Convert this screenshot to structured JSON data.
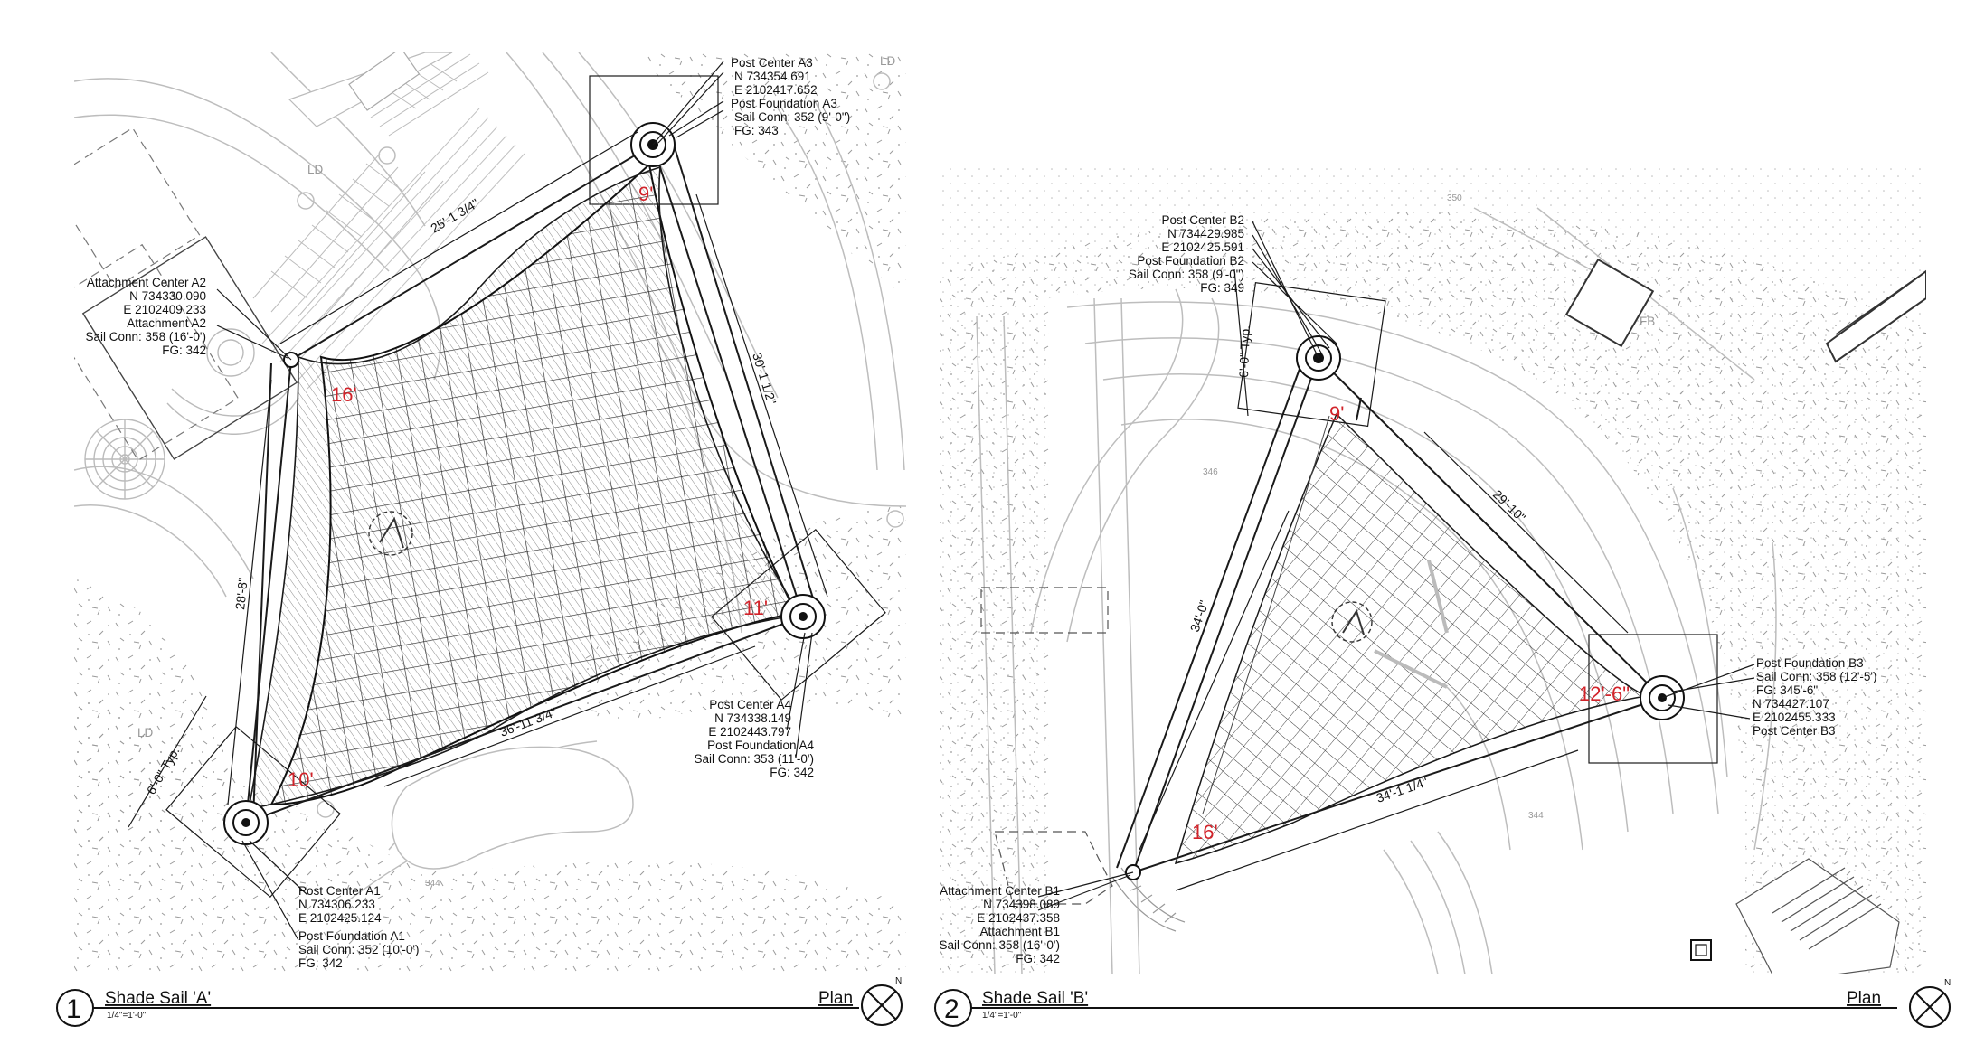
{
  "drawings": [
    {
      "number": "1",
      "title": "Shade Sail 'A'",
      "scale": "1/4\"=1'-0\"",
      "plan_label": "Plan",
      "north_label": "N",
      "callouts": {
        "a3": [
          "Post Center A3",
          "N 734354.691",
          "E 2102417.652",
          "Post Foundation A3",
          "Sail Conn: 352 (9'-0\")",
          "FG: 343"
        ],
        "a2": [
          "Attachment Center A2",
          "N 734330.090",
          "E 2102409.233",
          "Attachment A2",
          "Sail Conn: 358 (16'-0')",
          "FG: 342"
        ],
        "a4": [
          "Post Center A4",
          "N 734338.149",
          "E 2102443.797",
          "Post Foundation A4",
          "Sail Conn: 353 (11'-0')",
          "FG: 342"
        ],
        "a1": [
          "Post Center A1",
          "N 734306.233",
          "E 2102425.124",
          "Post Foundation A1",
          "Sail Conn: 352 (10'-0')",
          "FG: 342"
        ]
      },
      "dimensions": {
        "top": "25'-1 3/4\"",
        "right": "30'-1 1/2\"",
        "left": "28'-8\"",
        "bottom": "36'-11 3/4\"",
        "footing": "6'-0\" Typ."
      },
      "heights": {
        "top": "9'",
        "left": "16'",
        "right": "11'",
        "bottom": "10'"
      },
      "misc": {
        "ld1": "LD",
        "ld2": "LD",
        "ld3": "LD",
        "contour": "344"
      }
    },
    {
      "number": "2",
      "title": "Shade Sail 'B'",
      "scale": "1/4\"=1'-0\"",
      "plan_label": "Plan",
      "north_label": "N",
      "callouts": {
        "b2": [
          "Post Center B2",
          "N 734429.985",
          "E 2102425.591",
          "Post Foundation B2",
          "Sail Conn: 358 (9'-0\")",
          "FG: 349"
        ],
        "b3": [
          "Post Foundation B3",
          "Sail Conn: 358 (12'-5')",
          "FG: 345'-6\"",
          "N 734427.107",
          "E 2102455.333",
          "Post Center B3"
        ],
        "b1": [
          "Attachment Center B1",
          "N 734398.089",
          "E 2102437.358",
          "Attachment B1",
          "Sail Conn: 358 (16'-0')",
          "FG: 342"
        ]
      },
      "dimensions": {
        "right": "29'-10\"",
        "left": "34'-0\"",
        "bottom": "34'-1 1/4\"",
        "footing": "6'-0\" Typ."
      },
      "heights": {
        "top": "9'",
        "right": "12'-6\"",
        "bottom": "16'"
      },
      "misc": {
        "fb": "FB",
        "contour1": "346",
        "contour2": "344",
        "contour3": "350"
      }
    }
  ]
}
